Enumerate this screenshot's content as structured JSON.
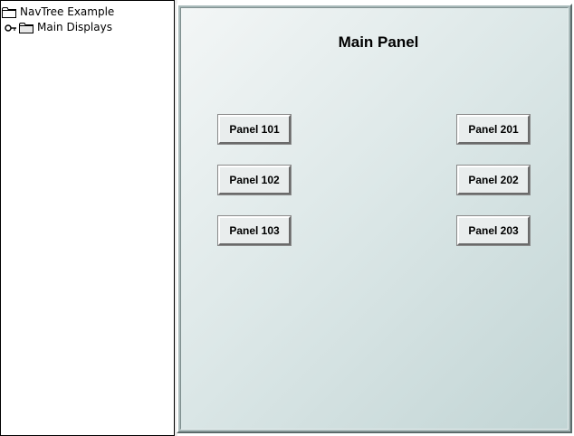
{
  "nav_tree": {
    "root_label": "NavTree Example",
    "children": [
      {
        "label": "Main Displays"
      }
    ]
  },
  "main_panel": {
    "title": "Main Panel",
    "buttons_left": [
      {
        "label": "Panel 101"
      },
      {
        "label": "Panel 102"
      },
      {
        "label": "Panel 103"
      }
    ],
    "buttons_right": [
      {
        "label": "Panel 201"
      },
      {
        "label": "Panel 202"
      },
      {
        "label": "Panel 203"
      }
    ]
  },
  "icons": {
    "root_icon": "folder-icon",
    "child_handle_icon": "expand-handle-icon",
    "child_icon": "folder-icon"
  }
}
